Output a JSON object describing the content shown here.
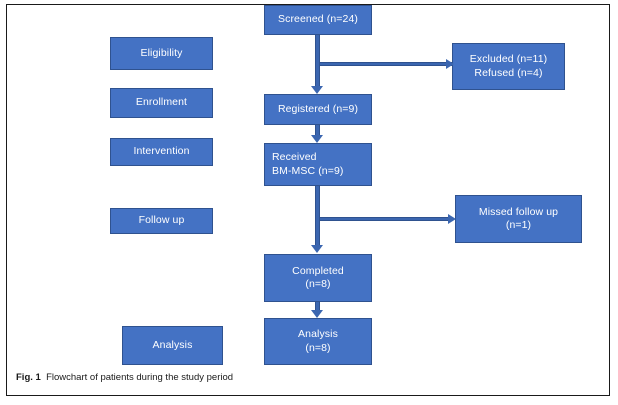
{
  "figure": {
    "caption_label": "Fig. 1",
    "caption_text": "Flowchart of patients during the study period",
    "box_fill_color": "#4472C4",
    "box_border_color": "#2F528F",
    "box_text_color": "#FFFFFF",
    "connector_color": "#3B66B0",
    "frame_border_color": "#1A1A1A",
    "background_color": "#FFFFFF"
  },
  "stage_labels": [
    {
      "label": "Eligibility"
    },
    {
      "label": "Enrollment"
    },
    {
      "label": "Intervention"
    },
    {
      "label": "Follow up"
    },
    {
      "label": "Analysis"
    }
  ],
  "flow_nodes": [
    {
      "id": "screened",
      "label": "Screened (n=24)"
    },
    {
      "id": "registered",
      "label": "Registered (n=9)"
    },
    {
      "id": "received",
      "label": "Received\nBM-MSC (n=9)"
    },
    {
      "id": "completed",
      "label": "Completed\n(n=8)"
    },
    {
      "id": "analysis",
      "label": "Analysis\n(n=8)"
    }
  ],
  "exclusion_nodes": [
    {
      "id": "excluded",
      "label": "Excluded (n=11)\nRefused (n=4)"
    },
    {
      "id": "missed",
      "label": "Missed follow up\n(n=1)"
    }
  ],
  "chart_data": {
    "type": "diagram",
    "title": "Flowchart of patients during the study period",
    "diagram_kind": "CONSORT-style participant flow diagram",
    "stages": [
      "Eligibility",
      "Enrollment",
      "Intervention",
      "Follow up",
      "Analysis"
    ],
    "nodes": [
      {
        "id": "screened",
        "text": "Screened (n=24)",
        "n": 24,
        "stage": "Eligibility",
        "column": "main"
      },
      {
        "id": "excluded",
        "text": "Excluded (n=11) Refused (n=4)",
        "n_excluded": 11,
        "n_refused": 4,
        "stage": "Eligibility",
        "column": "right"
      },
      {
        "id": "registered",
        "text": "Registered (n=9)",
        "n": 9,
        "stage": "Enrollment",
        "column": "main"
      },
      {
        "id": "received",
        "text": "Received BM-MSC (n=9)",
        "n": 9,
        "stage": "Intervention",
        "column": "main"
      },
      {
        "id": "missed",
        "text": "Missed follow up (n=1)",
        "n": 1,
        "stage": "Follow up",
        "column": "right"
      },
      {
        "id": "completed",
        "text": "Completed (n=8)",
        "n": 8,
        "stage": "Follow up",
        "column": "main"
      },
      {
        "id": "analysis",
        "text": "Analysis (n=8)",
        "n": 8,
        "stage": "Analysis",
        "column": "main"
      }
    ],
    "edges": [
      {
        "from": "screened",
        "to": "registered",
        "direction": "down"
      },
      {
        "from": "screened",
        "to": "excluded",
        "direction": "right"
      },
      {
        "from": "registered",
        "to": "received",
        "direction": "down"
      },
      {
        "from": "received",
        "to": "completed",
        "direction": "down"
      },
      {
        "from": "received",
        "to": "missed",
        "direction": "right"
      },
      {
        "from": "completed",
        "to": "analysis",
        "direction": "down"
      }
    ]
  }
}
